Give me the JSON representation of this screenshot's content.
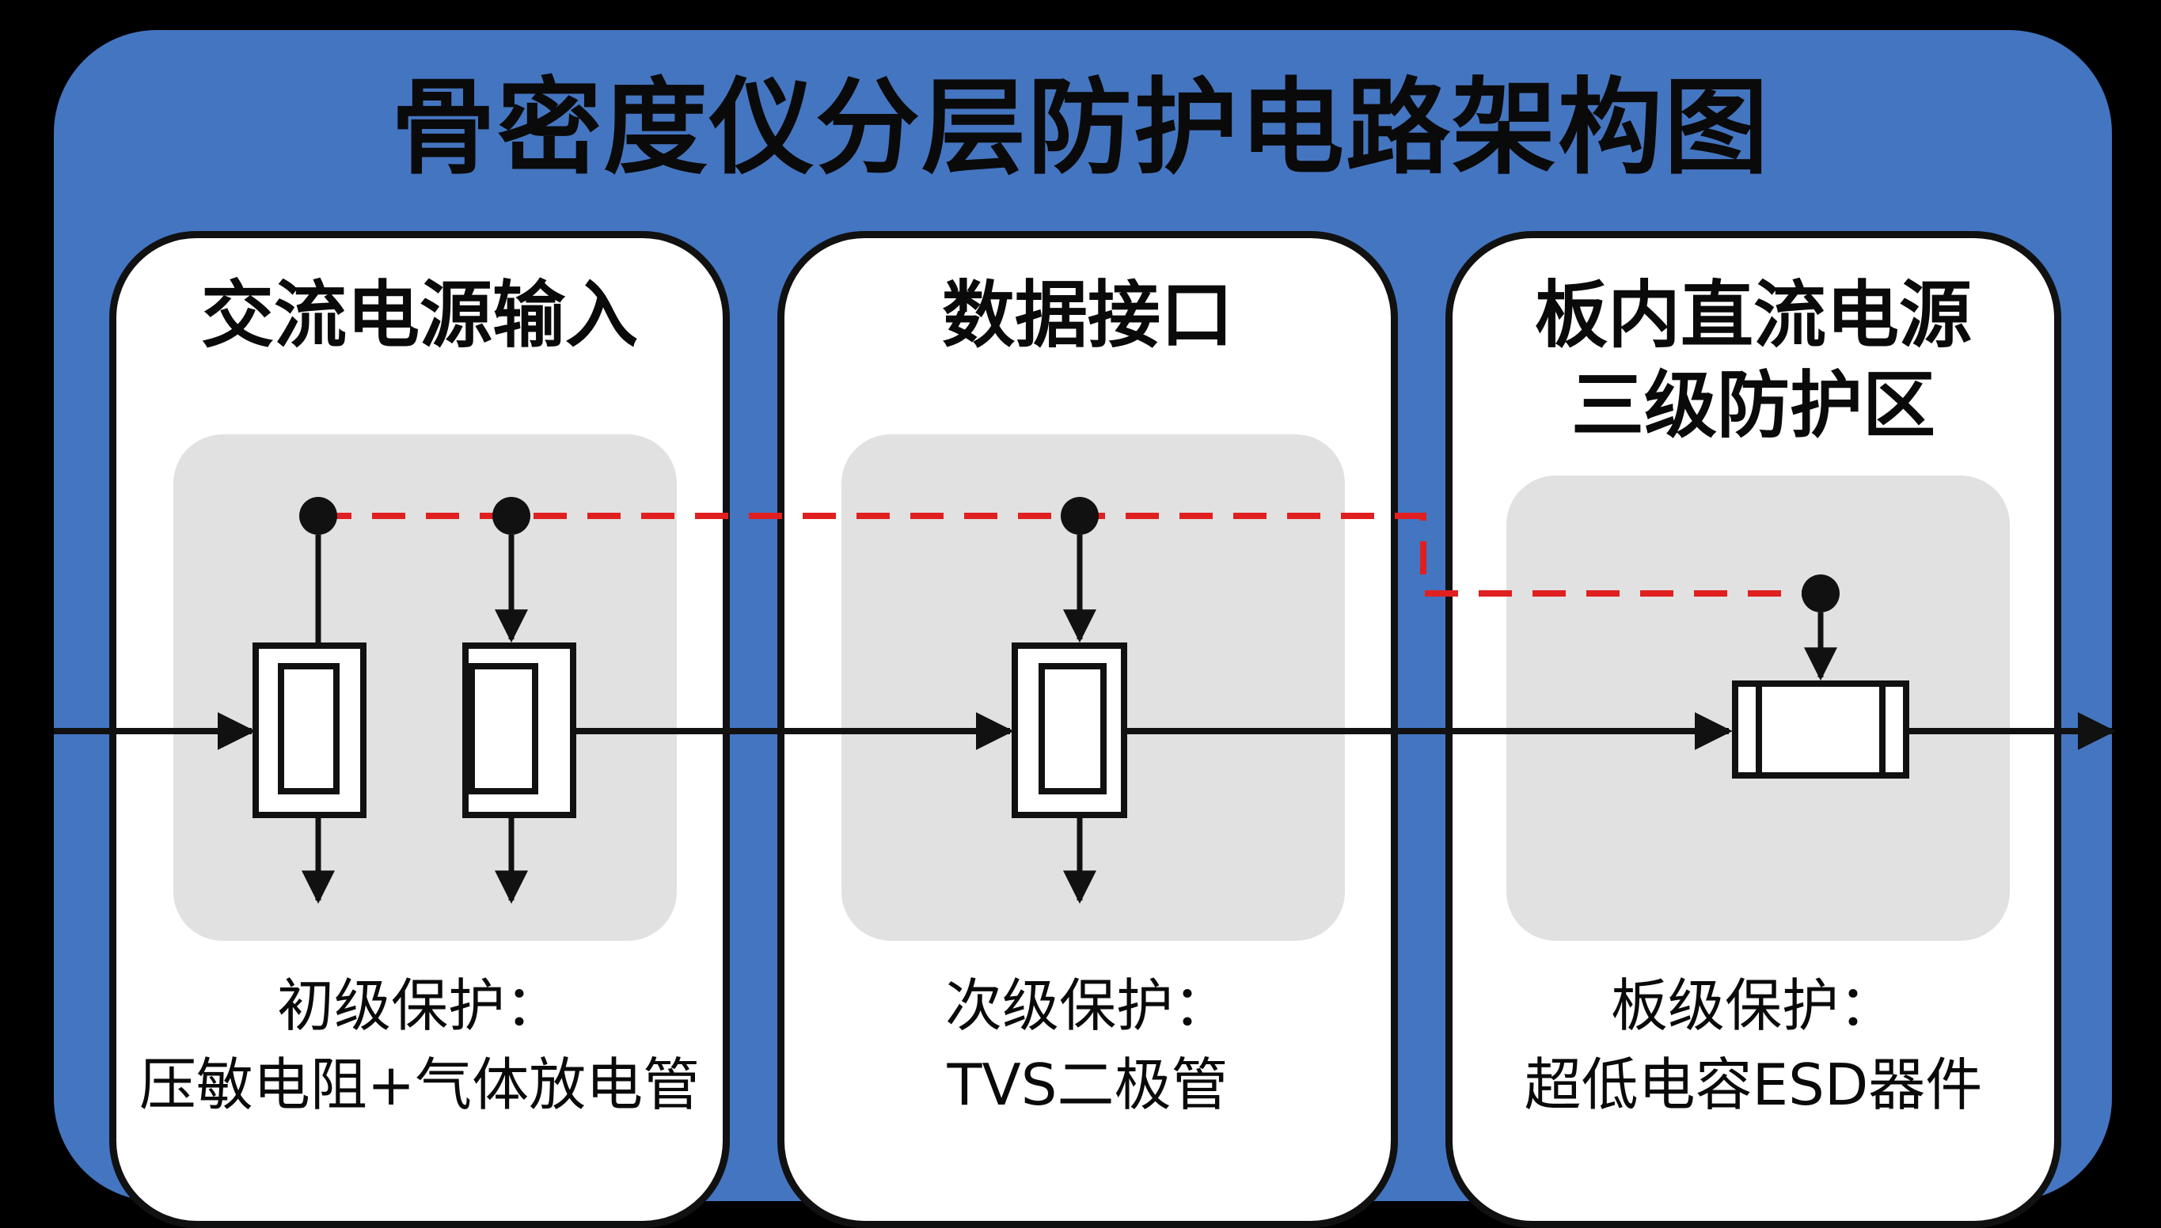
{
  "title": "骨密度仪分层防护电路架构图",
  "colors": {
    "background": "#4475c1",
    "panel": "#ffffff",
    "inner_box": "#e1e1e1",
    "line": "#111111",
    "link_dashed": "#e02020"
  },
  "panels": [
    {
      "title": "交流电源输入",
      "caption_line1": "初级保护：",
      "caption_line2": "压敏电阻+气体放电管"
    },
    {
      "title": "数据接口",
      "caption_line1": "次级保护：",
      "caption_line2": "TVS二极管"
    },
    {
      "title_line1": "板内直流电源",
      "title_line2": "三级防护区",
      "caption_line1": "板级保护：",
      "caption_line2": "超低电容ESD器件"
    }
  ]
}
